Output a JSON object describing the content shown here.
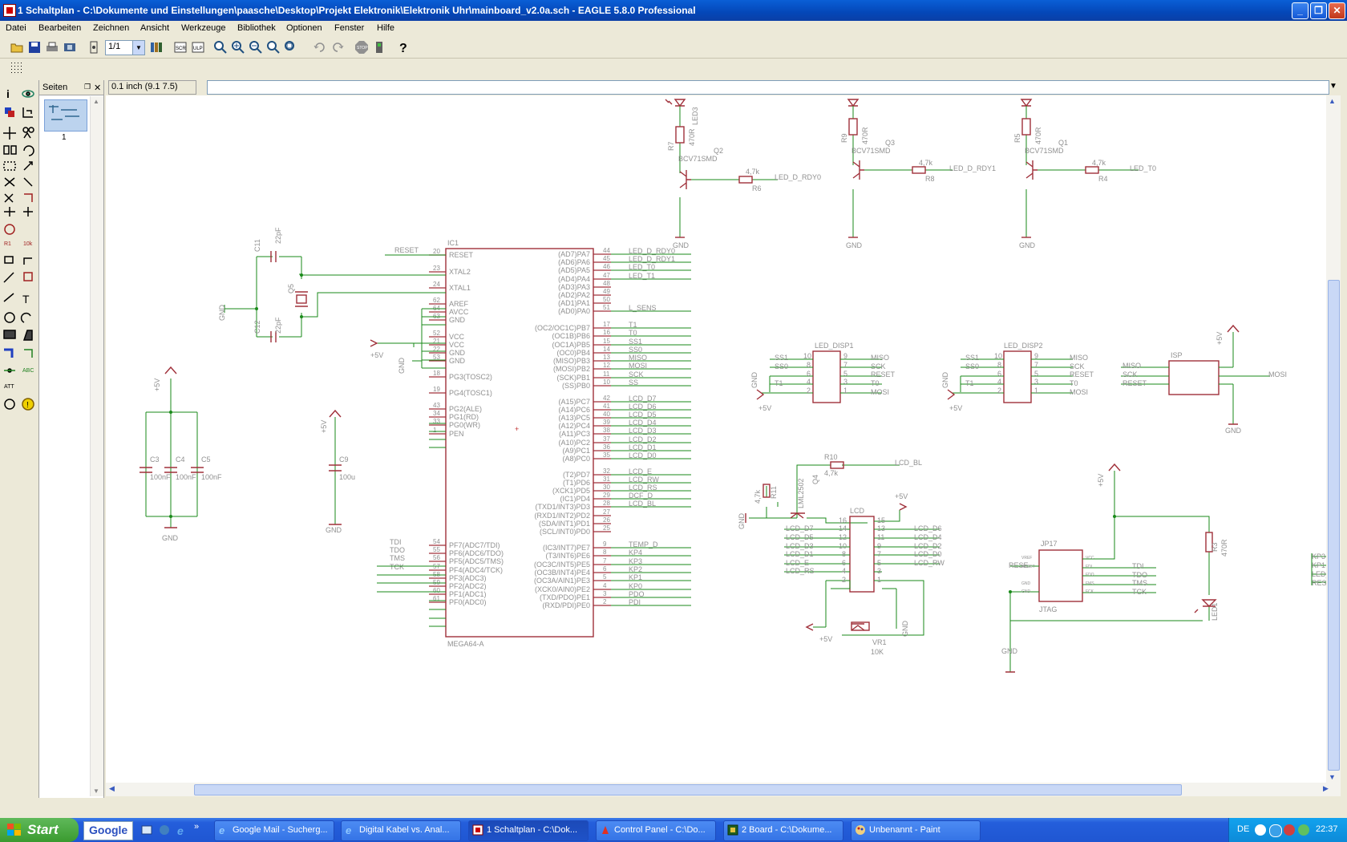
{
  "window": {
    "title": "1 Schaltplan - C:\\Dokumente und Einstellungen\\paasche\\Desktop\\Projekt Elektronik\\Elektronik Uhr\\mainboard_v2.0a.sch - EAGLE 5.8.0 Professional"
  },
  "menu": [
    "Datei",
    "Bearbeiten",
    "Zeichnen",
    "Ansicht",
    "Werkzeuge",
    "Bibliothek",
    "Optionen",
    "Fenster",
    "Hilfe"
  ],
  "toolbar": {
    "zoom_value": "1/1"
  },
  "pages_panel": {
    "title": "Seiten",
    "page_number": "1"
  },
  "coord_readout": "0.1 inch (9.1 7.5)",
  "schematic": {
    "ic1": {
      "name": "IC1",
      "value": "MEGA64-A",
      "left_pins": [
        {
          "num": "20",
          "name": "RESET",
          "net": "RESET"
        },
        {
          "num": "23",
          "name": "XTAL2",
          "net": ""
        },
        {
          "num": "24",
          "name": "XTAL1",
          "net": ""
        },
        {
          "num": "62",
          "name": "AREF",
          "net": ""
        },
        {
          "num": "64",
          "name": "AVCC",
          "net": ""
        },
        {
          "num": "63",
          "name": "GND",
          "net": ""
        },
        {
          "num": "52",
          "name": "VCC",
          "net": ""
        },
        {
          "num": "21",
          "name": "VCC",
          "net": ""
        },
        {
          "num": "22",
          "name": "GND",
          "net": ""
        },
        {
          "num": "53",
          "name": "GND",
          "net": ""
        },
        {
          "num": "18",
          "name": "PG3(TOSC2)",
          "net": ""
        },
        {
          "num": "19",
          "name": "PG4(TOSC1)",
          "net": ""
        },
        {
          "num": "43",
          "name": "PG2(ALE)",
          "net": ""
        },
        {
          "num": "34",
          "name": "PG1(RD)",
          "net": ""
        },
        {
          "num": "33",
          "name": "PG0(WR)",
          "net": ""
        },
        {
          "num": "1",
          "name": "PEN",
          "net": ""
        },
        {
          "num": "54",
          "name": "PF7(ADC7/TDI)",
          "net": "TDI"
        },
        {
          "num": "55",
          "name": "PF6(ADC6/TDO)",
          "net": "TDO"
        },
        {
          "num": "56",
          "name": "PF5(ADC5/TMS)",
          "net": "TMS"
        },
        {
          "num": "57",
          "name": "PF4(ADC4/TCK)",
          "net": "TCK"
        },
        {
          "num": "58",
          "name": "PF3(ADC3)",
          "net": ""
        },
        {
          "num": "59",
          "name": "PF2(ADC2)",
          "net": ""
        },
        {
          "num": "60",
          "name": "PF1(ADC1)",
          "net": ""
        },
        {
          "num": "61",
          "name": "PF0(ADC0)",
          "net": ""
        }
      ],
      "right_pins": [
        {
          "num": "44",
          "name": "(AD7)PA7",
          "net": "LED_D_RDY0"
        },
        {
          "num": "45",
          "name": "(AD6)PA6",
          "net": "LED_D_RDY1"
        },
        {
          "num": "46",
          "name": "(AD5)PA5",
          "net": "LED_T0"
        },
        {
          "num": "47",
          "name": "(AD4)PA4",
          "net": "LED_T1"
        },
        {
          "num": "48",
          "name": "(AD3)PA3",
          "net": ""
        },
        {
          "num": "49",
          "name": "(AD2)PA2",
          "net": ""
        },
        {
          "num": "50",
          "name": "(AD1)PA1",
          "net": ""
        },
        {
          "num": "51",
          "name": "(AD0)PA0",
          "net": "L_SENS"
        },
        {
          "num": "17",
          "name": "(OC2/OC1C)PB7",
          "net": "T1"
        },
        {
          "num": "16",
          "name": "(OC1B)PB6",
          "net": "T0"
        },
        {
          "num": "15",
          "name": "(OC1A)PB5",
          "net": "SS1"
        },
        {
          "num": "14",
          "name": "(OC0)PB4",
          "net": "SS0"
        },
        {
          "num": "13",
          "name": "(MISO)PB3",
          "net": "MISO"
        },
        {
          "num": "12",
          "name": "(MOSI)PB2",
          "net": "MOSI"
        },
        {
          "num": "11",
          "name": "(SCK)PB1",
          "net": "SCK"
        },
        {
          "num": "10",
          "name": "(SS)PB0",
          "net": "SS"
        },
        {
          "num": "42",
          "name": "(A15)PC7",
          "net": "LCD_D7"
        },
        {
          "num": "41",
          "name": "(A14)PC6",
          "net": "LCD_D6"
        },
        {
          "num": "40",
          "name": "(A13)PC5",
          "net": "LCD_D5"
        },
        {
          "num": "39",
          "name": "(A12)PC4",
          "net": "LCD_D4"
        },
        {
          "num": "38",
          "name": "(A11)PC3",
          "net": "LCD_D3"
        },
        {
          "num": "37",
          "name": "(A10)PC2",
          "net": "LCD_D2"
        },
        {
          "num": "36",
          "name": "(A9)PC1",
          "net": "LCD_D1"
        },
        {
          "num": "35",
          "name": "(A8)PC0",
          "net": "LCD_D0"
        },
        {
          "num": "32",
          "name": "(T2)PD7",
          "net": "LCD_E"
        },
        {
          "num": "31",
          "name": "(T1)PD6",
          "net": "LCD_RW"
        },
        {
          "num": "30",
          "name": "(XCK1)PD5",
          "net": "LCD_RS"
        },
        {
          "num": "29",
          "name": "(IC1)PD4",
          "net": "DCF_D"
        },
        {
          "num": "28",
          "name": "(TXD1/INT3)PD3",
          "net": "LCD_BL"
        },
        {
          "num": "27",
          "name": "(RXD1/INT2)PD2",
          "net": ""
        },
        {
          "num": "26",
          "name": "(SDA/INT1)PD1",
          "net": ""
        },
        {
          "num": "25",
          "name": "(SCL/INT0)PD0",
          "net": ""
        },
        {
          "num": "9",
          "name": "(IC3/INT7)PE7",
          "net": "TEMP_D"
        },
        {
          "num": "8",
          "name": "(T3/INT6)PE6",
          "net": "KP4"
        },
        {
          "num": "7",
          "name": "(OC3C/INT5)PE5",
          "net": "KP3"
        },
        {
          "num": "6",
          "name": "(OC3B/INT4)PE4",
          "net": "KP2"
        },
        {
          "num": "5",
          "name": "(OC3A/AIN1)PE3",
          "net": "KP1"
        },
        {
          "num": "4",
          "name": "(XCK0/AIN0)PE2",
          "net": "KP0"
        },
        {
          "num": "3",
          "name": "(TXD/PDO)PE1",
          "net": "PDO"
        },
        {
          "num": "2",
          "name": "(RXD/PDI)PE0",
          "net": "PDI"
        }
      ]
    },
    "labels": {
      "c11": "C11",
      "c11v": "22pF",
      "c12": "C12",
      "c12v": "22pF",
      "q5": "Q5",
      "c3": "C3",
      "c3v": "100nF",
      "c4": "C4",
      "c4v": "100nF",
      "c5": "C5",
      "c5v": "100nF",
      "c9": "C9",
      "c9v": "100u",
      "plus5": "+5V",
      "gnd": "GND",
      "q2": "Q2",
      "q3": "Q3",
      "q1": "Q1",
      "bcv": "BCV71SMD",
      "r7": "R7",
      "r9": "R9",
      "r5": "R5",
      "r470": "470R",
      "r6": "R6",
      "r8": "R8",
      "r4": "R4",
      "r47k": "4,7k",
      "led3": "LED3",
      "led_side": "LED",
      "net_rdy0": "LED_D_RDY0",
      "net_rdy1": "LED_D_RDY1",
      "net_t0": "LED_T0",
      "ld1": "LED_DISP1",
      "ld2": "LED_DISP2",
      "isp": "ISP",
      "ss1": "SS1",
      "ss0": "SS0",
      "t1": "T1",
      "t0": "T0",
      "miso": "MISO",
      "sck": "SCK",
      "reset": "RESET",
      "mosi": "MOSI",
      "r10": "R10",
      "r11": "R11",
      "q4": "Q4",
      "lml": "LML2502",
      "lcd_bl": "LCD_BL",
      "lcd": "LCD",
      "vr1": "VR1",
      "vr1v": "10K",
      "jp17": "JP17",
      "jtag": "JTAG",
      "r3": "R3",
      "led1": "LED1",
      "tdi": "TDI",
      "tdo": "TDO",
      "tms": "TMS",
      "tck": "TCK",
      "rese": "RESE",
      "kp3": "KP3",
      "kp1": "KP1",
      "led_edge": "LED_",
      "rese_edge": "RESE",
      "pin1": "1",
      "pin2": "2",
      "pin3": "3",
      "pin4": "4",
      "pin5": "5",
      "pin6": "6",
      "pin7": "7",
      "pin8": "8",
      "pin9": "9",
      "pin10": "10",
      "lcd_d7": "LCD_D7",
      "lcd_d6": "LCD_D6",
      "lcd_d5": "LCD_D5",
      "lcd_d4": "LCD_D4",
      "lcd_d3": "LCD_D3",
      "lcd_d2": "LCD_D2",
      "lcd_d1": "LCD_D1",
      "lcd_d0": "LCD_D0",
      "lcd_e": "LCD_E",
      "lcd_rw": "LCD_RW",
      "lcd_rs": "LCD_RS",
      "p16": "16",
      "p15": "15",
      "p14": "14",
      "p13": "13",
      "p12": "12",
      "p11": "11",
      "vref": "VREF",
      "vcc": "VCC",
      "fdi": "FDI",
      "fdo": "FDO",
      "fms": "FMS",
      "fck": "FCK",
      "nc": "RESET"
    }
  },
  "taskbar": {
    "start": "Start",
    "google": "Google",
    "tasks": [
      {
        "label": "Google Mail - Sucherg..."
      },
      {
        "label": "Digital Kabel vs. Anal..."
      },
      {
        "label": "1 Schaltplan - C:\\Dok..."
      },
      {
        "label": "Control Panel - C:\\Do..."
      },
      {
        "label": "2 Board - C:\\Dokume..."
      },
      {
        "label": "Unbenannt - Paint"
      }
    ],
    "lang": "DE",
    "clock": "22:37"
  },
  "colors": {
    "wire": "#008000",
    "part": "#a0303a",
    "text": "#909090",
    "titlebar": "#0a4fc0"
  }
}
